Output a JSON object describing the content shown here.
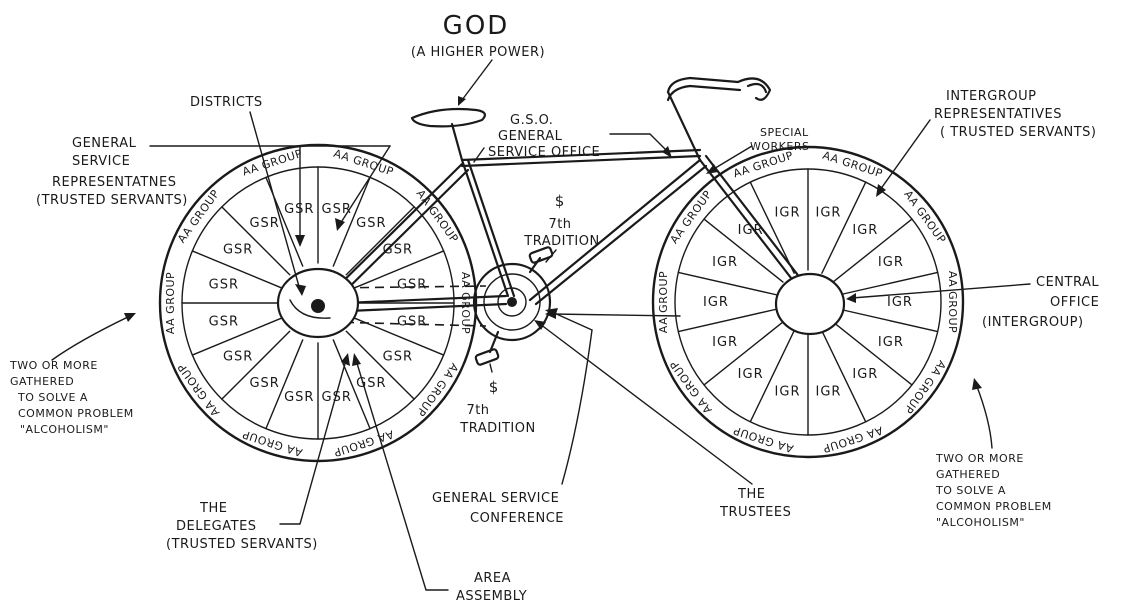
{
  "title": {
    "main": "GOD",
    "sub": "(A HIGHER POWER)"
  },
  "labels": {
    "districts": "DISTRICTS",
    "gsr_group": [
      "GENERAL",
      "SERVICE",
      "REPRESENTATNES",
      "(TRUSTED SERVANTS)"
    ],
    "gso": [
      "G.S.O.",
      "GENERAL",
      "SERVICE OFFICE"
    ],
    "special_workers": [
      "SPECIAL",
      "WORKERS"
    ],
    "igr_group": [
      "INTERGROUP",
      "REPRESENTATIVES",
      "( TRUSTED SERVANTS)"
    ],
    "tradition_top": [
      "$",
      "7th",
      "TRADITION"
    ],
    "tradition_bottom": [
      "$",
      "7th",
      "TRADITION"
    ],
    "central_office": [
      "CENTRAL",
      "OFFICE",
      "(INTERGROUP)"
    ],
    "two_or_more_left": [
      "TWO OR MORE",
      "GATHERED",
      "TO SOLVE A",
      "COMMON PROBLEM",
      "\"ALCOHOLISM\""
    ],
    "two_or_more_right": [
      "TWO OR MORE",
      "GATHERED",
      "TO SOLVE A",
      "COMMON PROBLEM",
      "\"ALCOHOLISM\""
    ],
    "delegates": [
      "THE",
      "DELEGATES",
      "(TRUSTED SERVANTS)"
    ],
    "gsc": [
      "GENERAL SERVICE",
      "CONFERENCE"
    ],
    "trustees": [
      "THE",
      "TRUSTEES"
    ],
    "area_assembly": [
      "AREA",
      "ASSEMBLY"
    ]
  },
  "wheels": {
    "rim_text": "AA GROUP",
    "left_spoke": "GSR",
    "right_spoke": "IGR"
  }
}
